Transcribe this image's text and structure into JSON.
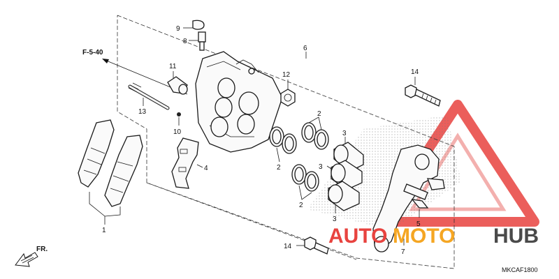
{
  "diagram": {
    "reference": "F-5-40",
    "front_arrow": "FR.",
    "drawing_code": "MKCAF1800",
    "labels": {
      "p1": "1",
      "p2a": "2",
      "p2b": "2",
      "p2c": "2",
      "p3a": "3",
      "p3b": "3",
      "p3c": "3",
      "p4": "4",
      "p5": "5",
      "p6": "6",
      "p7": "7",
      "p8": "8",
      "p9": "9",
      "p10": "10",
      "p11": "11",
      "p12": "12",
      "p13": "13",
      "p14a": "14",
      "p14b": "14"
    }
  },
  "watermark": {
    "part1": "AUTO",
    "part2": "MOTO",
    "part3": "HUB",
    "colors": {
      "red": "#e8433f",
      "orange": "#f5a623",
      "dark": "#4a4a4a"
    }
  }
}
